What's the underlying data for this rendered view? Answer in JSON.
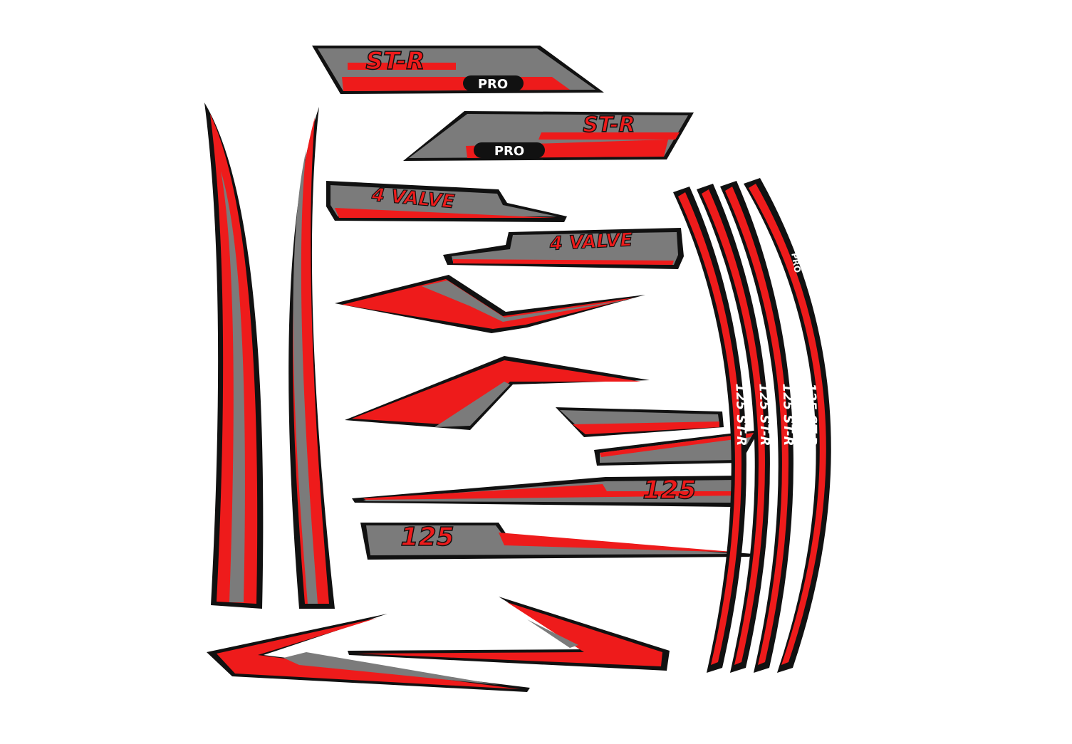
{
  "sheet": {
    "decals": {
      "str_label": "ST-R",
      "pro_label": "PRO",
      "valve_label": "4 VALVE",
      "cc_label": "125",
      "rim_label": "125 ST-R"
    },
    "colors": {
      "red": "#ee1b1b",
      "gray": "#7b7b7b",
      "outline": "#111111",
      "white": "#ffffff",
      "background": "#ffffff"
    }
  }
}
